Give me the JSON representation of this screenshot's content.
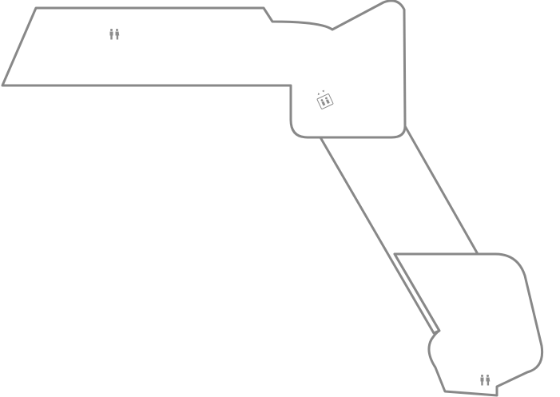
{
  "map": {
    "background_color": "#ffffff",
    "wall_color": "#888888",
    "icon_color": "#8c8c8c",
    "rooms": [
      {
        "id": "north-wing",
        "kind": "hall"
      },
      {
        "id": "diagonal-corridor",
        "kind": "corridor"
      },
      {
        "id": "south-wing",
        "kind": "hall"
      }
    ],
    "amenities": [
      {
        "type": "restroom",
        "icon": "restroom-icon",
        "location": "north-wing"
      },
      {
        "type": "elevator",
        "icon": "elevator-icon",
        "location": "north-wing"
      },
      {
        "type": "restroom",
        "icon": "restroom-icon",
        "location": "south-wing"
      }
    ]
  }
}
